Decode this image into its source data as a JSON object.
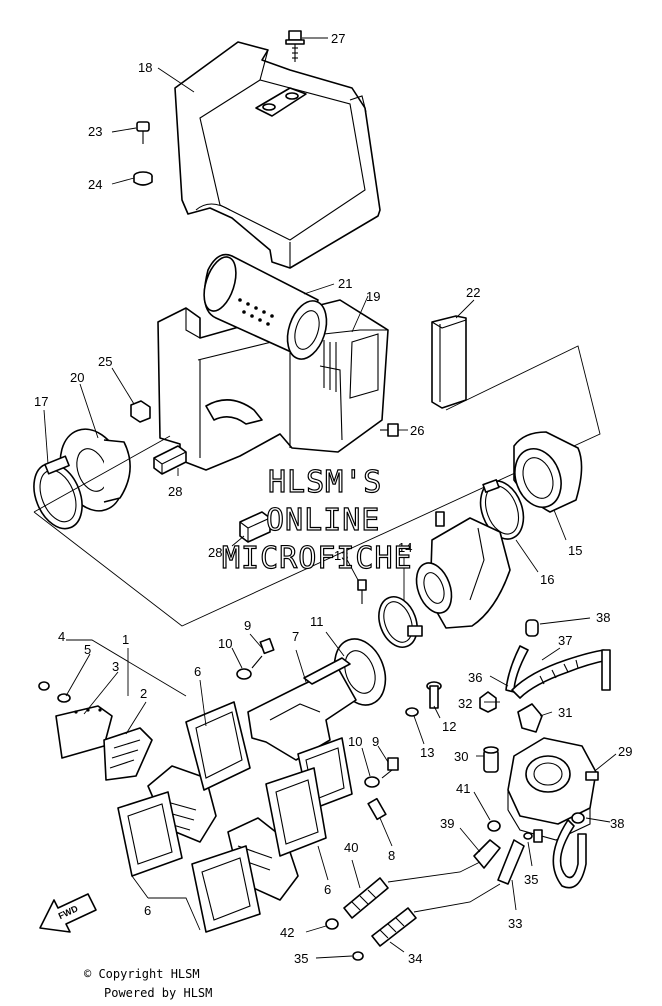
{
  "watermark": {
    "line1": "HLSM'S",
    "line2": "ONLINE",
    "line3": "MICROFICHE"
  },
  "copyright": {
    "line1": "© Copyright HLSM",
    "line2": "Powered by HLSM"
  },
  "fwd_label": "FWD",
  "callouts": [
    {
      "id": "c27",
      "text": "27"
    },
    {
      "id": "c18",
      "text": "18"
    },
    {
      "id": "c23",
      "text": "23"
    },
    {
      "id": "c24",
      "text": "24"
    },
    {
      "id": "c21",
      "text": "21"
    },
    {
      "id": "c19",
      "text": "19"
    },
    {
      "id": "c22",
      "text": "22"
    },
    {
      "id": "c25",
      "text": "25"
    },
    {
      "id": "c20",
      "text": "20"
    },
    {
      "id": "c17",
      "text": "17"
    },
    {
      "id": "c26",
      "text": "26"
    },
    {
      "id": "c28a",
      "text": "28"
    },
    {
      "id": "c28b",
      "text": "28"
    },
    {
      "id": "c13a",
      "text": "13"
    },
    {
      "id": "c14",
      "text": "14"
    },
    {
      "id": "c15",
      "text": "15"
    },
    {
      "id": "c16",
      "text": "16"
    },
    {
      "id": "c38a",
      "text": "38"
    },
    {
      "id": "c37",
      "text": "37"
    },
    {
      "id": "c36",
      "text": "36"
    },
    {
      "id": "c32",
      "text": "32"
    },
    {
      "id": "c31",
      "text": "31"
    },
    {
      "id": "c30",
      "text": "30"
    },
    {
      "id": "c29",
      "text": "29"
    },
    {
      "id": "c38b",
      "text": "38"
    },
    {
      "id": "c41",
      "text": "41"
    },
    {
      "id": "c39",
      "text": "39"
    },
    {
      "id": "c35a",
      "text": "35"
    },
    {
      "id": "c33",
      "text": "33"
    },
    {
      "id": "c4",
      "text": "4"
    },
    {
      "id": "c1",
      "text": "1"
    },
    {
      "id": "c5",
      "text": "5"
    },
    {
      "id": "c3",
      "text": "3"
    },
    {
      "id": "c2",
      "text": "2"
    },
    {
      "id": "c6a",
      "text": "6"
    },
    {
      "id": "c9a",
      "text": "9"
    },
    {
      "id": "c10a",
      "text": "10"
    },
    {
      "id": "c7",
      "text": "7"
    },
    {
      "id": "c11",
      "text": "11"
    },
    {
      "id": "c12",
      "text": "12"
    },
    {
      "id": "c13b",
      "text": "13"
    },
    {
      "id": "c10b",
      "text": "10"
    },
    {
      "id": "c9b",
      "text": "9"
    },
    {
      "id": "c8",
      "text": "8"
    },
    {
      "id": "c6b",
      "text": "6"
    },
    {
      "id": "c6c",
      "text": "6"
    },
    {
      "id": "c40",
      "text": "40"
    },
    {
      "id": "c42",
      "text": "42"
    },
    {
      "id": "c35b",
      "text": "35"
    },
    {
      "id": "c34",
      "text": "34"
    }
  ]
}
